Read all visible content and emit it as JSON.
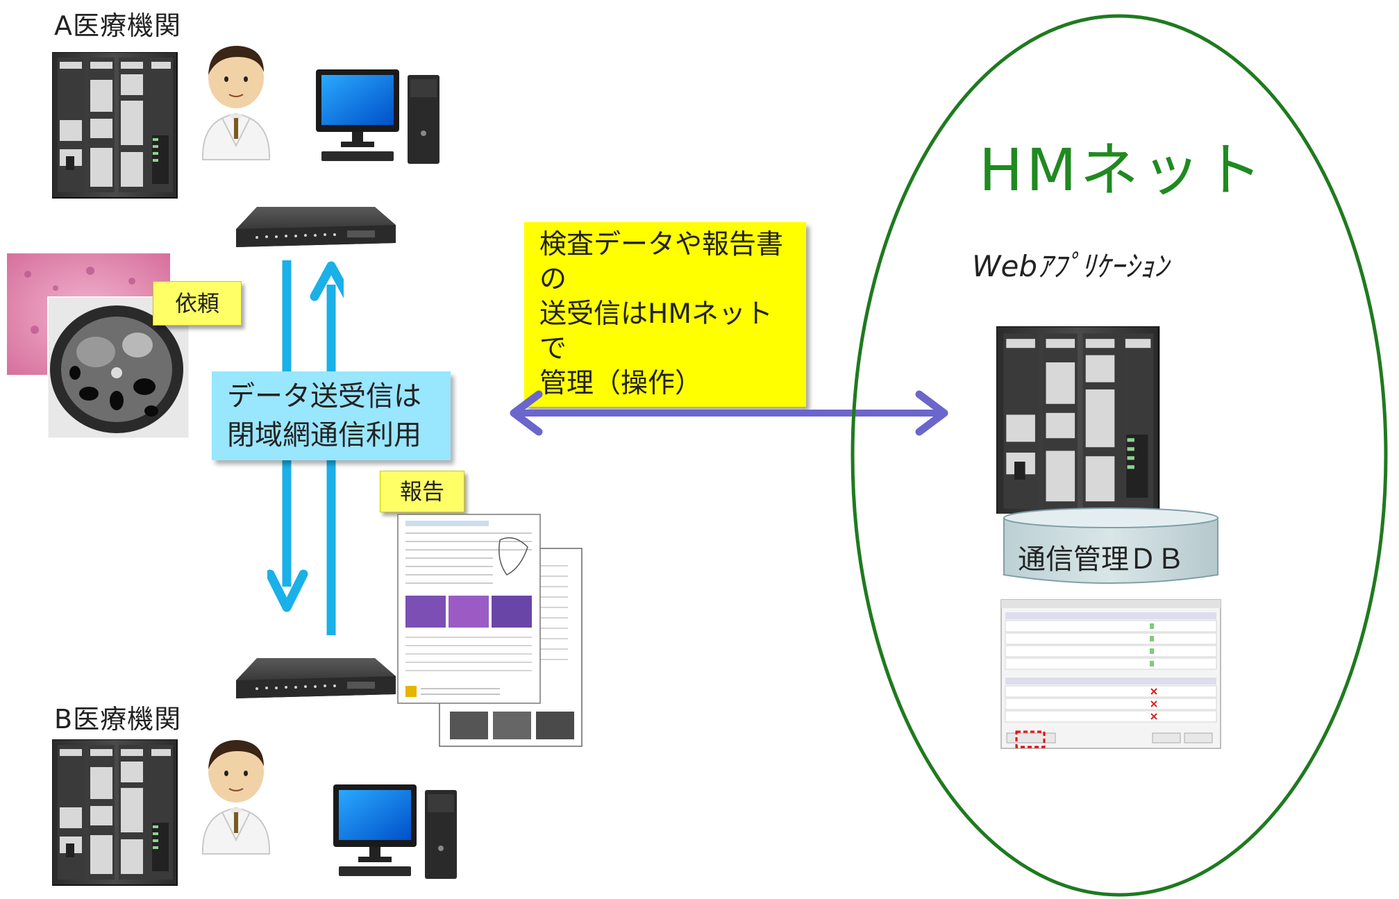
{
  "institutions": {
    "a_label": "A医療機関",
    "b_label": "B医療機関"
  },
  "stickies": {
    "request": "依頼",
    "report": "報告"
  },
  "callout_yellow": {
    "line1": "検査データや報告書の",
    "line2": "送受信はHMネットで",
    "line3": "管理（操作）"
  },
  "callout_blue": {
    "line1": "データ送受信は",
    "line2": "閉域網通信利用"
  },
  "hmnet": {
    "title": "HMネット",
    "subtitle": "Webｱﾌﾟﾘｹｰｼｮﾝ",
    "db_label": "通信管理ＤＢ"
  },
  "colors": {
    "ellipse": "#1f7a1f",
    "title_green": "#1f8a1f",
    "blue_arrows": "#1ab0e8",
    "purple_arrow": "#6b66cc",
    "yellow": "#ffff00",
    "blue_box": "#99e6ff"
  },
  "icons": [
    "server-rack-icon",
    "doctor-icon",
    "desktop-computer-icon",
    "network-router-icon",
    "pathology-image-icon",
    "ct-scan-image-icon",
    "report-document-icon",
    "database-cylinder-icon",
    "application-screenshot-icon"
  ]
}
